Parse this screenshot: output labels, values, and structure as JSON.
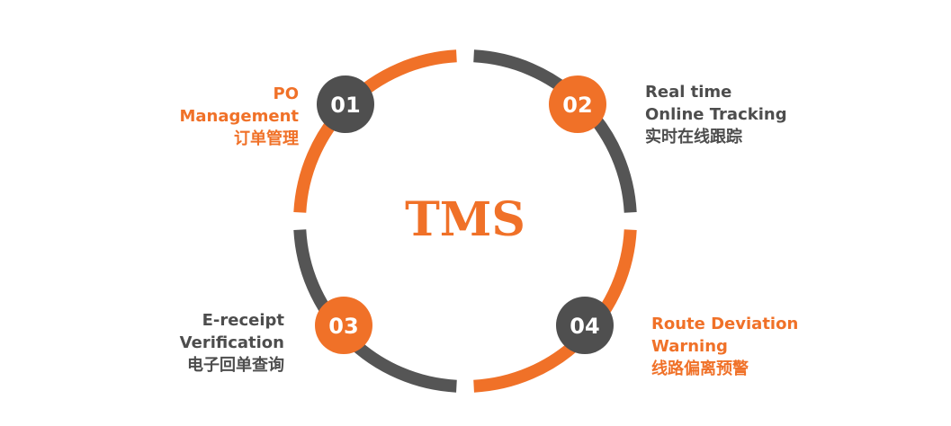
{
  "colors": {
    "orange": "#f07128",
    "gray": "#555555"
  },
  "title": "TMS",
  "segments": [
    {
      "number": "01",
      "badge_color": "#4f4f4f",
      "label_color": "#f07128",
      "lines": [
        "PO",
        "Management",
        "订单管理"
      ]
    },
    {
      "number": "02",
      "badge_color": "#f07128",
      "label_color": "#4d4d4d",
      "lines": [
        "Real time",
        "Online Tracking",
        "实时在线跟踪"
      ]
    },
    {
      "number": "03",
      "badge_color": "#f07128",
      "label_color": "#4d4d4d",
      "lines": [
        "E-receipt",
        "Verification",
        "电子回单查询"
      ]
    },
    {
      "number": "04",
      "badge_color": "#4f4f4f",
      "label_color": "#f07128",
      "lines": [
        "Route Deviation",
        "Warning",
        "线路偏离预警"
      ]
    }
  ]
}
